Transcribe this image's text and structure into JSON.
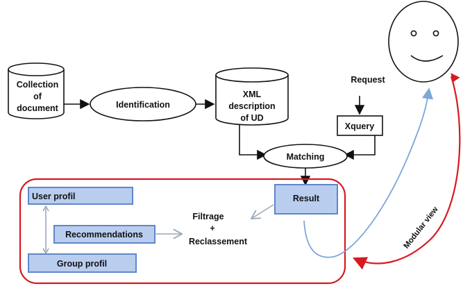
{
  "nodes": {
    "collection": [
      "Collection",
      "of",
      "document"
    ],
    "identification": "Identification",
    "xml": [
      "XML",
      "description",
      "of UD"
    ],
    "request": "Request",
    "xquery": "Xquery",
    "matching": "Matching",
    "result": "Result",
    "user_profil": "User profil",
    "recommendations": "Recommendations",
    "group_profil": "Group profil",
    "filtrage": [
      "Filtrage",
      "+",
      "Reclassement"
    ],
    "modular_view": "Modular view"
  },
  "colors": {
    "black": "#111111",
    "blue_fill": "#b9cdef",
    "blue_border": "#5f86c8",
    "blue_arrow": "#7ea6d6",
    "red": "#d71920",
    "gray_arrow": "#9aa6b5"
  }
}
